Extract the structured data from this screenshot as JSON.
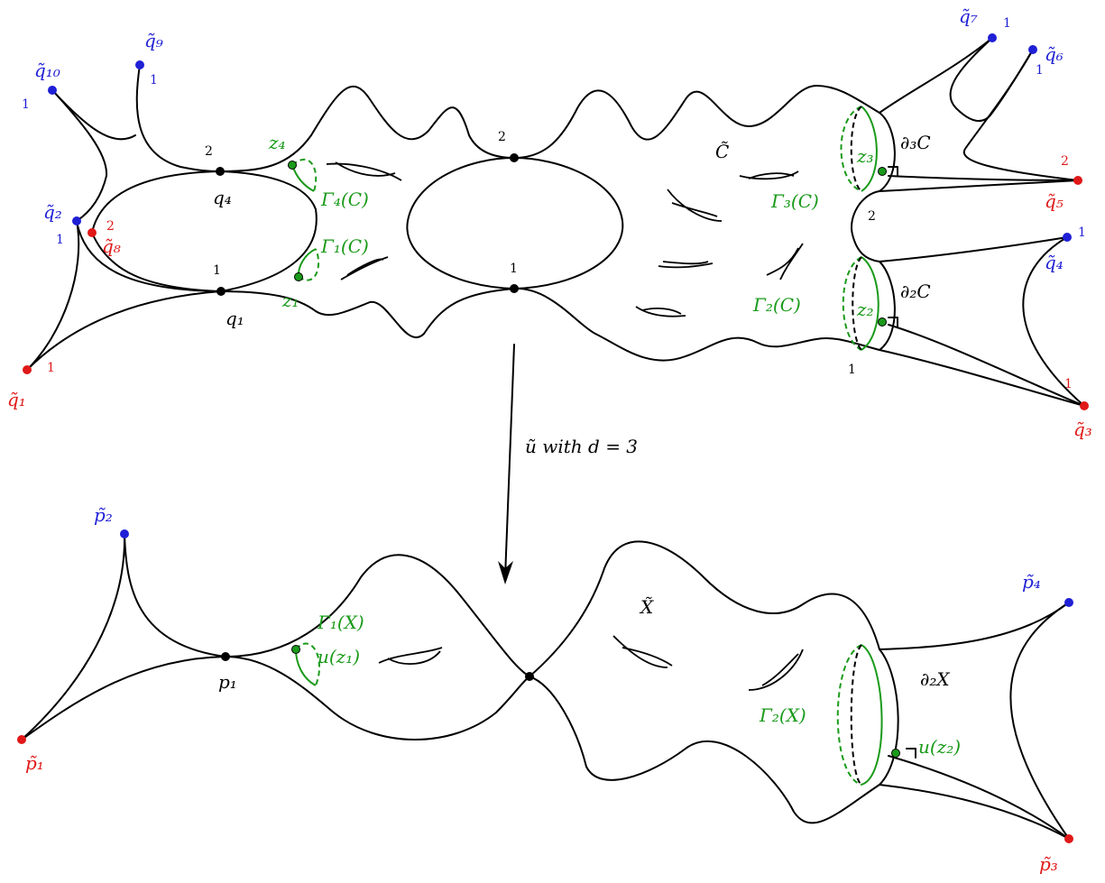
{
  "colors": {
    "black": "#000000",
    "green": "#1a9a1a",
    "blue": "#1f1fd6",
    "red": "#e01818"
  },
  "top": {
    "surface_label": "C̃",
    "nodes": {
      "q1": "q₁",
      "q4": "q₄"
    },
    "boundary_labels": {
      "d3": "∂₃C",
      "d2": "∂₂C"
    },
    "gamma_labels": {
      "g1": "Γ₁(C)",
      "g2": "Γ₂(C)",
      "g3": "Γ₃(C)",
      "g4": "Γ₄(C)"
    },
    "z_labels": {
      "z1": "z₁",
      "z2": "z₂",
      "z3": "z₃",
      "z4": "z₄"
    },
    "punctures": {
      "q1": "q̃₁",
      "q2": "q̃₂",
      "q3": "q̃₃",
      "q4": "q̃₄",
      "q5": "q̃₅",
      "q6": "q̃₆",
      "q7": "q̃₇",
      "q8": "q̃₈",
      "q9": "q̃₉",
      "q10": "q̃₁₀"
    },
    "multiplicities": {
      "q10": "1",
      "q9": "1",
      "q2": "1",
      "q8": "2",
      "q1": "1",
      "q7": "1",
      "q6": "1",
      "q5": "2",
      "q4": "1",
      "q3": "1",
      "node_q4": "2",
      "node_q1": "1",
      "mid_top": "2",
      "mid_bottom": "1",
      "right_top": "2",
      "right_bottom": "1"
    }
  },
  "arrow_label": "ũ with d = 3",
  "bottom": {
    "surface_label": "X̃",
    "nodes": {
      "p1": "p₁"
    },
    "boundary_labels": {
      "d2": "∂₂X"
    },
    "gamma_labels": {
      "g1": "Γ₁(X)",
      "g2": "Γ₂(X)"
    },
    "u_labels": {
      "uz1": "u(z₁)",
      "uz2": "u(z₂)"
    },
    "punctures": {
      "p1": "p̃₁",
      "p2": "p̃₂",
      "p3": "p̃₃",
      "p4": "p̃₄"
    }
  }
}
